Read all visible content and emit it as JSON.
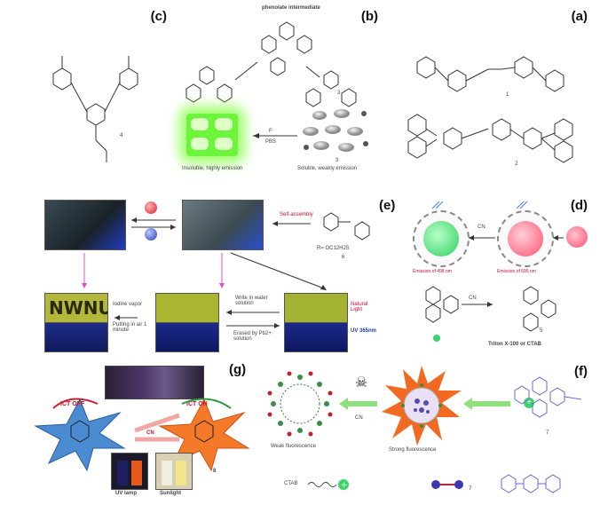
{
  "panels": {
    "a": {
      "label": "(a)",
      "cmpd1": "1",
      "cmpd2": "2"
    },
    "b": {
      "label": "(b)",
      "cmpd3": "3",
      "top_label": "phenolate intermediate",
      "caption_left": "Insoluble, highly emission",
      "caption_right": "Soluble, weakly emission",
      "arrow_f": "F",
      "arrow_pbs": "PBS"
    },
    "c": {
      "label": "(c)",
      "cmpd4": "4"
    },
    "d": {
      "label": "(d)",
      "cmpd5": "5",
      "emission_left": "Emission of 498 nm",
      "emission_right": "Emission of 595 nm",
      "reagent": "Triton X-100 or CTAB",
      "arrow_cn": "CN"
    },
    "e": {
      "label": "(e)",
      "cmpd6": "6",
      "self_assembly": "Self-assembly",
      "natural_light": "Natural Light",
      "uv_365": "UV 365nm",
      "iodine_vapor": "Iodine vapor",
      "putting_in_air": "Putting in air 1 minute",
      "write_water": "Write in water solution",
      "erased": "Erased by Pb2+ solution",
      "ocnumber": "R= OC12H25"
    },
    "f": {
      "label": "(f)",
      "cmpd7": "7",
      "strong": "Strong fluorescence",
      "weak": "Weak fluorescence",
      "cn": "CN",
      "ctab": "CTAB"
    },
    "g": {
      "label": "(g)",
      "cmpd8": "8",
      "ict_off": "ICT OFF",
      "ict_on": "ICT ON",
      "cn": "CN",
      "sunlight": "Sunlight",
      "uv_lamp": "UV lamp"
    }
  },
  "colors": {
    "green_glow": "#7dff3a",
    "red_sphere": "#ff5a78",
    "green_sphere": "#3dd46a",
    "star_orange": "#f26a21",
    "star_blue": "#3f7fc4",
    "arrow_green": "#8ee07c"
  }
}
